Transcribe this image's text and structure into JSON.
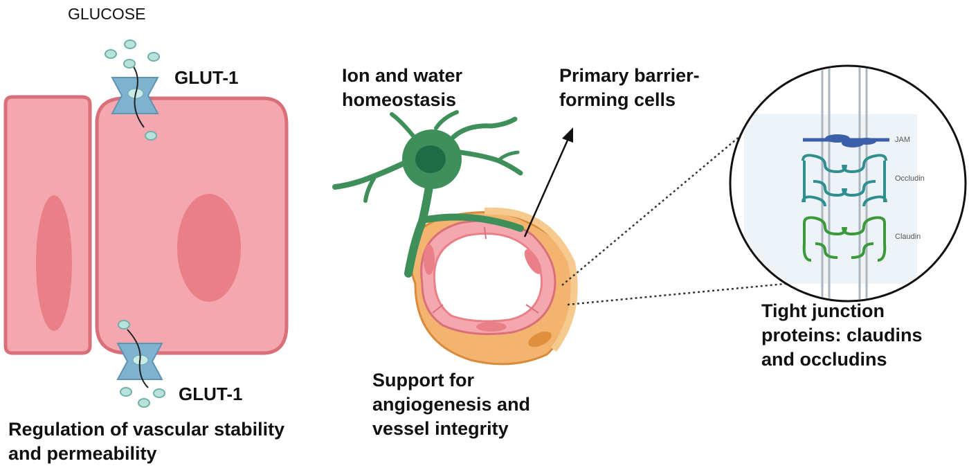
{
  "labels": {
    "glucose": "GLUCOSE",
    "glut_top": "GLUT-1",
    "glut_bottom": "GLUT-1",
    "regulation": "Regulation of vascular stability and permeability",
    "ion_water": "Ion and water homeostasis",
    "primary_barrier": "Primary barrier-forming cells",
    "support": "Support for angiogenesis and vessel integrity",
    "tight_junction": "Tight junction proteins: claudins and occludins",
    "jam": "JAM",
    "occludin": "Occludin",
    "claudin": "Claudin"
  },
  "colors": {
    "endothelial_cell": "#f4a7ae",
    "cell_border": "#d96f79",
    "nucleus": "#e98088",
    "glut_transporter": "#7fb2cf",
    "glucose_molecule": "#b9e2dc",
    "astrocyte": "#3f8f5a",
    "astrocyte_nucleus": "#1f6b46",
    "pericyte": "#f2b46e",
    "jam_protein": "#3b5fa8",
    "occludin_protein": "#2f8f8f",
    "claudin_protein": "#3a9a3a"
  },
  "icons": [
    "glut1-transporter-icon",
    "glucose-molecule-icon",
    "astrocyte-icon",
    "blood-vessel-cross-section-icon",
    "tight-junction-magnifier-icon"
  ]
}
